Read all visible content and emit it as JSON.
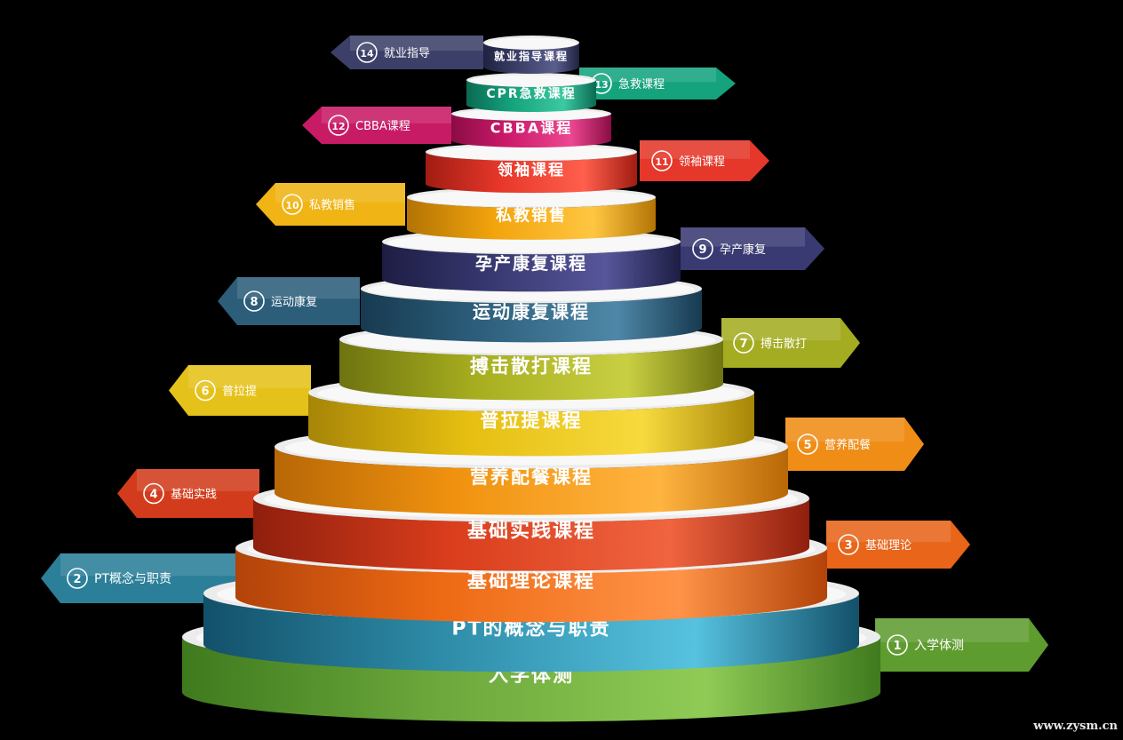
{
  "tiers": [
    {
      "label": "入学体测",
      "color": "#6aa63a",
      "light": "#8fcb55",
      "dark": "#3f7a1e"
    },
    {
      "label": "PT的概念与职责",
      "color": "#2d8aa6",
      "light": "#56c2df",
      "dark": "#13506a"
    },
    {
      "label": "基础理论课程",
      "color": "#ee6a14",
      "light": "#ff9348",
      "dark": "#b2430a"
    },
    {
      "label": "基础实践课程",
      "color": "#d93d1c",
      "light": "#f0643f",
      "dark": "#8f1f0d"
    },
    {
      "label": "营养配餐课程",
      "color": "#f0920f",
      "light": "#ffb440",
      "dark": "#b86706"
    },
    {
      "label": "普拉提课程",
      "color": "#e5be10",
      "light": "#f7da3e",
      "dark": "#a78507"
    },
    {
      "label": "搏击散打课程",
      "color": "#a6ad1e",
      "light": "#c9cf42",
      "dark": "#6e7410"
    },
    {
      "label": "运动康复课程",
      "color": "#2d5f7c",
      "light": "#4e87a7",
      "dark": "#173a50"
    },
    {
      "label": "孕产康复课程",
      "color": "#37376f",
      "light": "#56569a",
      "dark": "#1d1d44"
    },
    {
      "label": "私教销售",
      "color": "#f2a40c",
      "light": "#ffc642",
      "dark": "#b37405"
    },
    {
      "label": "领袖课程",
      "color": "#e6372a",
      "light": "#ff5f4c",
      "dark": "#a11c12"
    },
    {
      "label": "CBBA课程",
      "color": "#cc1a6a",
      "light": "#ec4790",
      "dark": "#8a0c45"
    },
    {
      "label": "CPR急救课程",
      "color": "#14a37d",
      "light": "#3cc9a1",
      "dark": "#0a6a51"
    },
    {
      "label": "就业指导课程",
      "color": "#3a3e66",
      "light": "#5a5e8c",
      "dark": "#1f2240"
    }
  ],
  "arrows": [
    {
      "num": "1",
      "label": "入学体测",
      "side": "right",
      "color": "#5f9c30"
    },
    {
      "num": "2",
      "label": "PT概念与职责",
      "side": "left",
      "color": "#2b7f99"
    },
    {
      "num": "3",
      "label": "基础理论",
      "side": "right",
      "color": "#e8651a"
    },
    {
      "num": "4",
      "label": "基础实践",
      "side": "left",
      "color": "#d23c1c"
    },
    {
      "num": "5",
      "label": "营养配餐",
      "side": "right",
      "color": "#ef8d16"
    },
    {
      "num": "6",
      "label": "普拉提",
      "side": "left",
      "color": "#e5c21a"
    },
    {
      "num": "7",
      "label": "搏击散打",
      "side": "right",
      "color": "#a4ac22"
    },
    {
      "num": "8",
      "label": "运动康复",
      "side": "left",
      "color": "#2c5e7a"
    },
    {
      "num": "9",
      "label": "孕产康复",
      "side": "right",
      "color": "#3a3a72"
    },
    {
      "num": "10",
      "label": "私教销售",
      "side": "left",
      "color": "#f0b414"
    },
    {
      "num": "11",
      "label": "领袖课程",
      "side": "right",
      "color": "#e5372a"
    },
    {
      "num": "12",
      "label": "CBBA课程",
      "side": "left",
      "color": "#c81b66"
    },
    {
      "num": "13",
      "label": "急救课程",
      "side": "right",
      "color": "#15a37e"
    },
    {
      "num": "14",
      "label": "就业指导",
      "side": "left",
      "color": "#3c4068"
    }
  ],
  "watermark": "www.zysm.cn"
}
